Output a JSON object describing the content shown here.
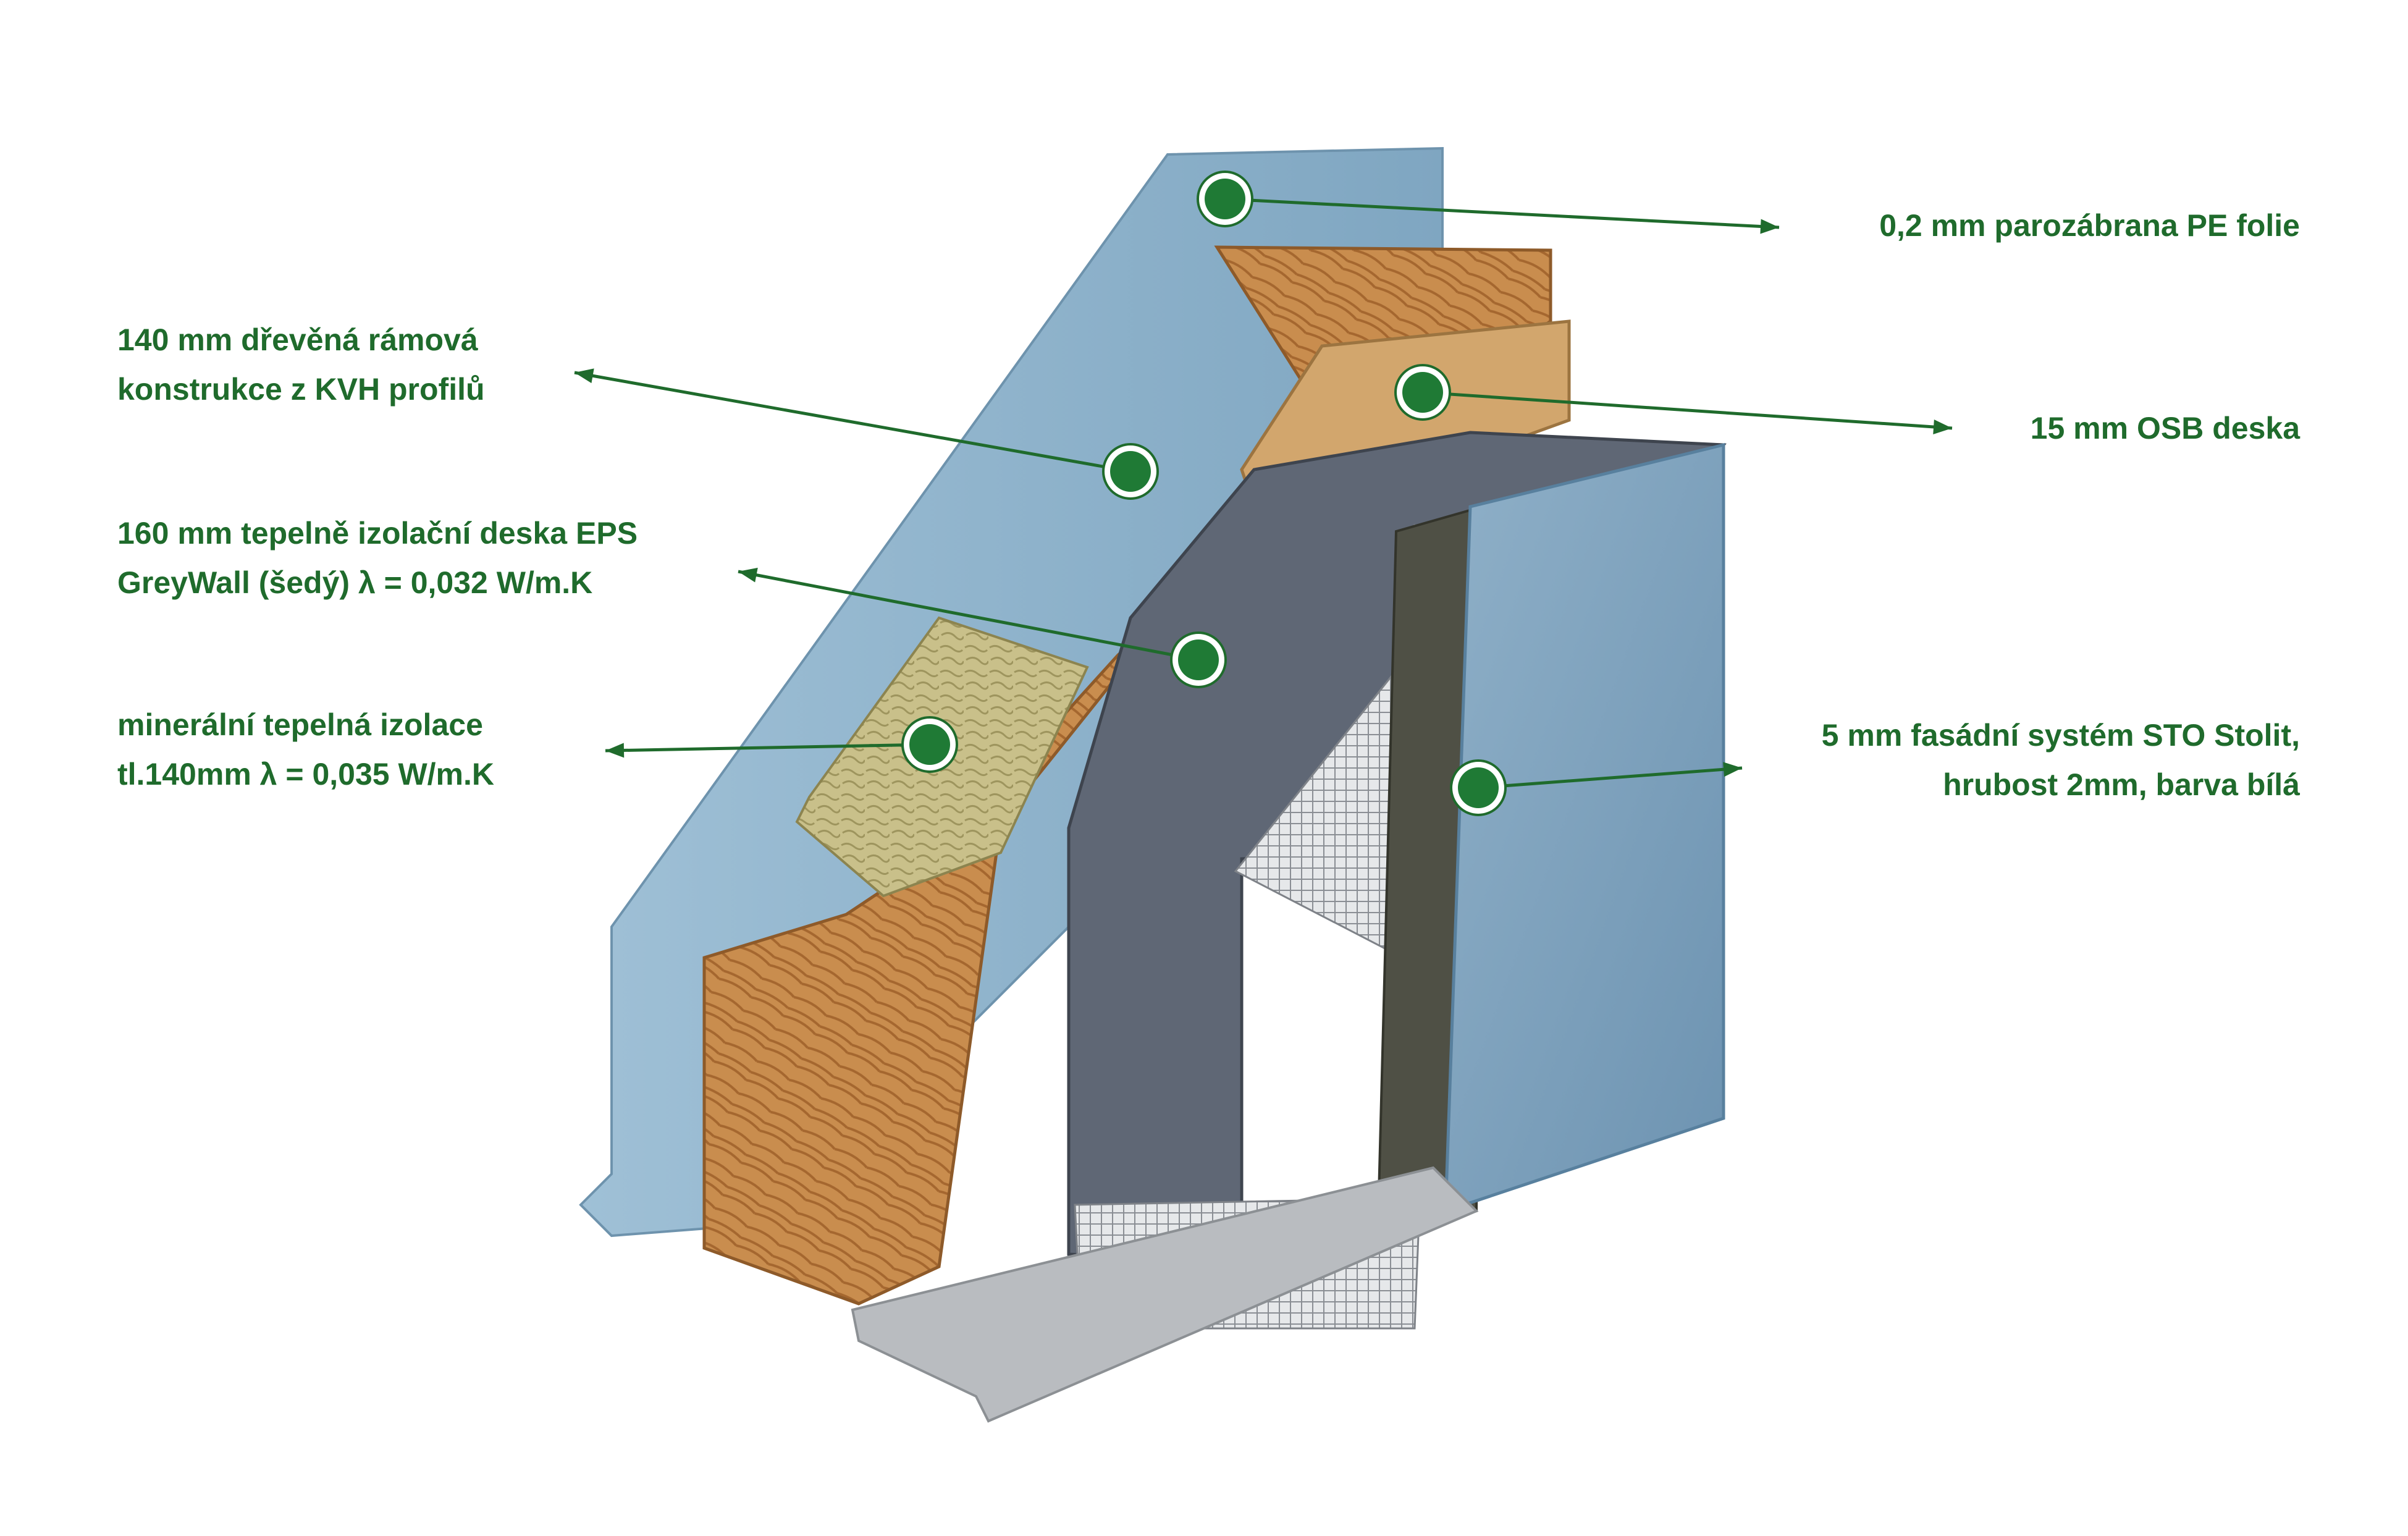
{
  "colors": {
    "label_text": "#1f6b2c",
    "marker_fill": "#1f7a35",
    "marker_ring": "#ffffff",
    "pe_foil": "#8fb3cc",
    "timber": "#c98d4e",
    "osb": "#d2a66d",
    "mineral_wool": "#c9c08a",
    "eps_board": "#5f6775",
    "mesh": "#cfd2d6",
    "adhesive_layer": "#4f5045",
    "facade_render": "#7da2bf",
    "base_profile": "#b9bcc0"
  },
  "labels": {
    "pe_foil": "0,2 mm parozábrana PE folie",
    "kvh_frame": [
      "140 mm dřevěná rámová",
      "konstrukce z KVH profilů"
    ],
    "osb": "15 mm OSB deska",
    "eps": [
      "160 mm tepelně izolační deska EPS",
      "GreyWall (šedý) λ = 0,032 W/m.K"
    ],
    "mineral": [
      "minerální tepelná izolace",
      "tl.140mm  λ = 0,035 W/m.K"
    ],
    "facade": [
      "5 mm fasádní systém STO Stolit,",
      "hrubost 2mm, barva bílá"
    ]
  }
}
